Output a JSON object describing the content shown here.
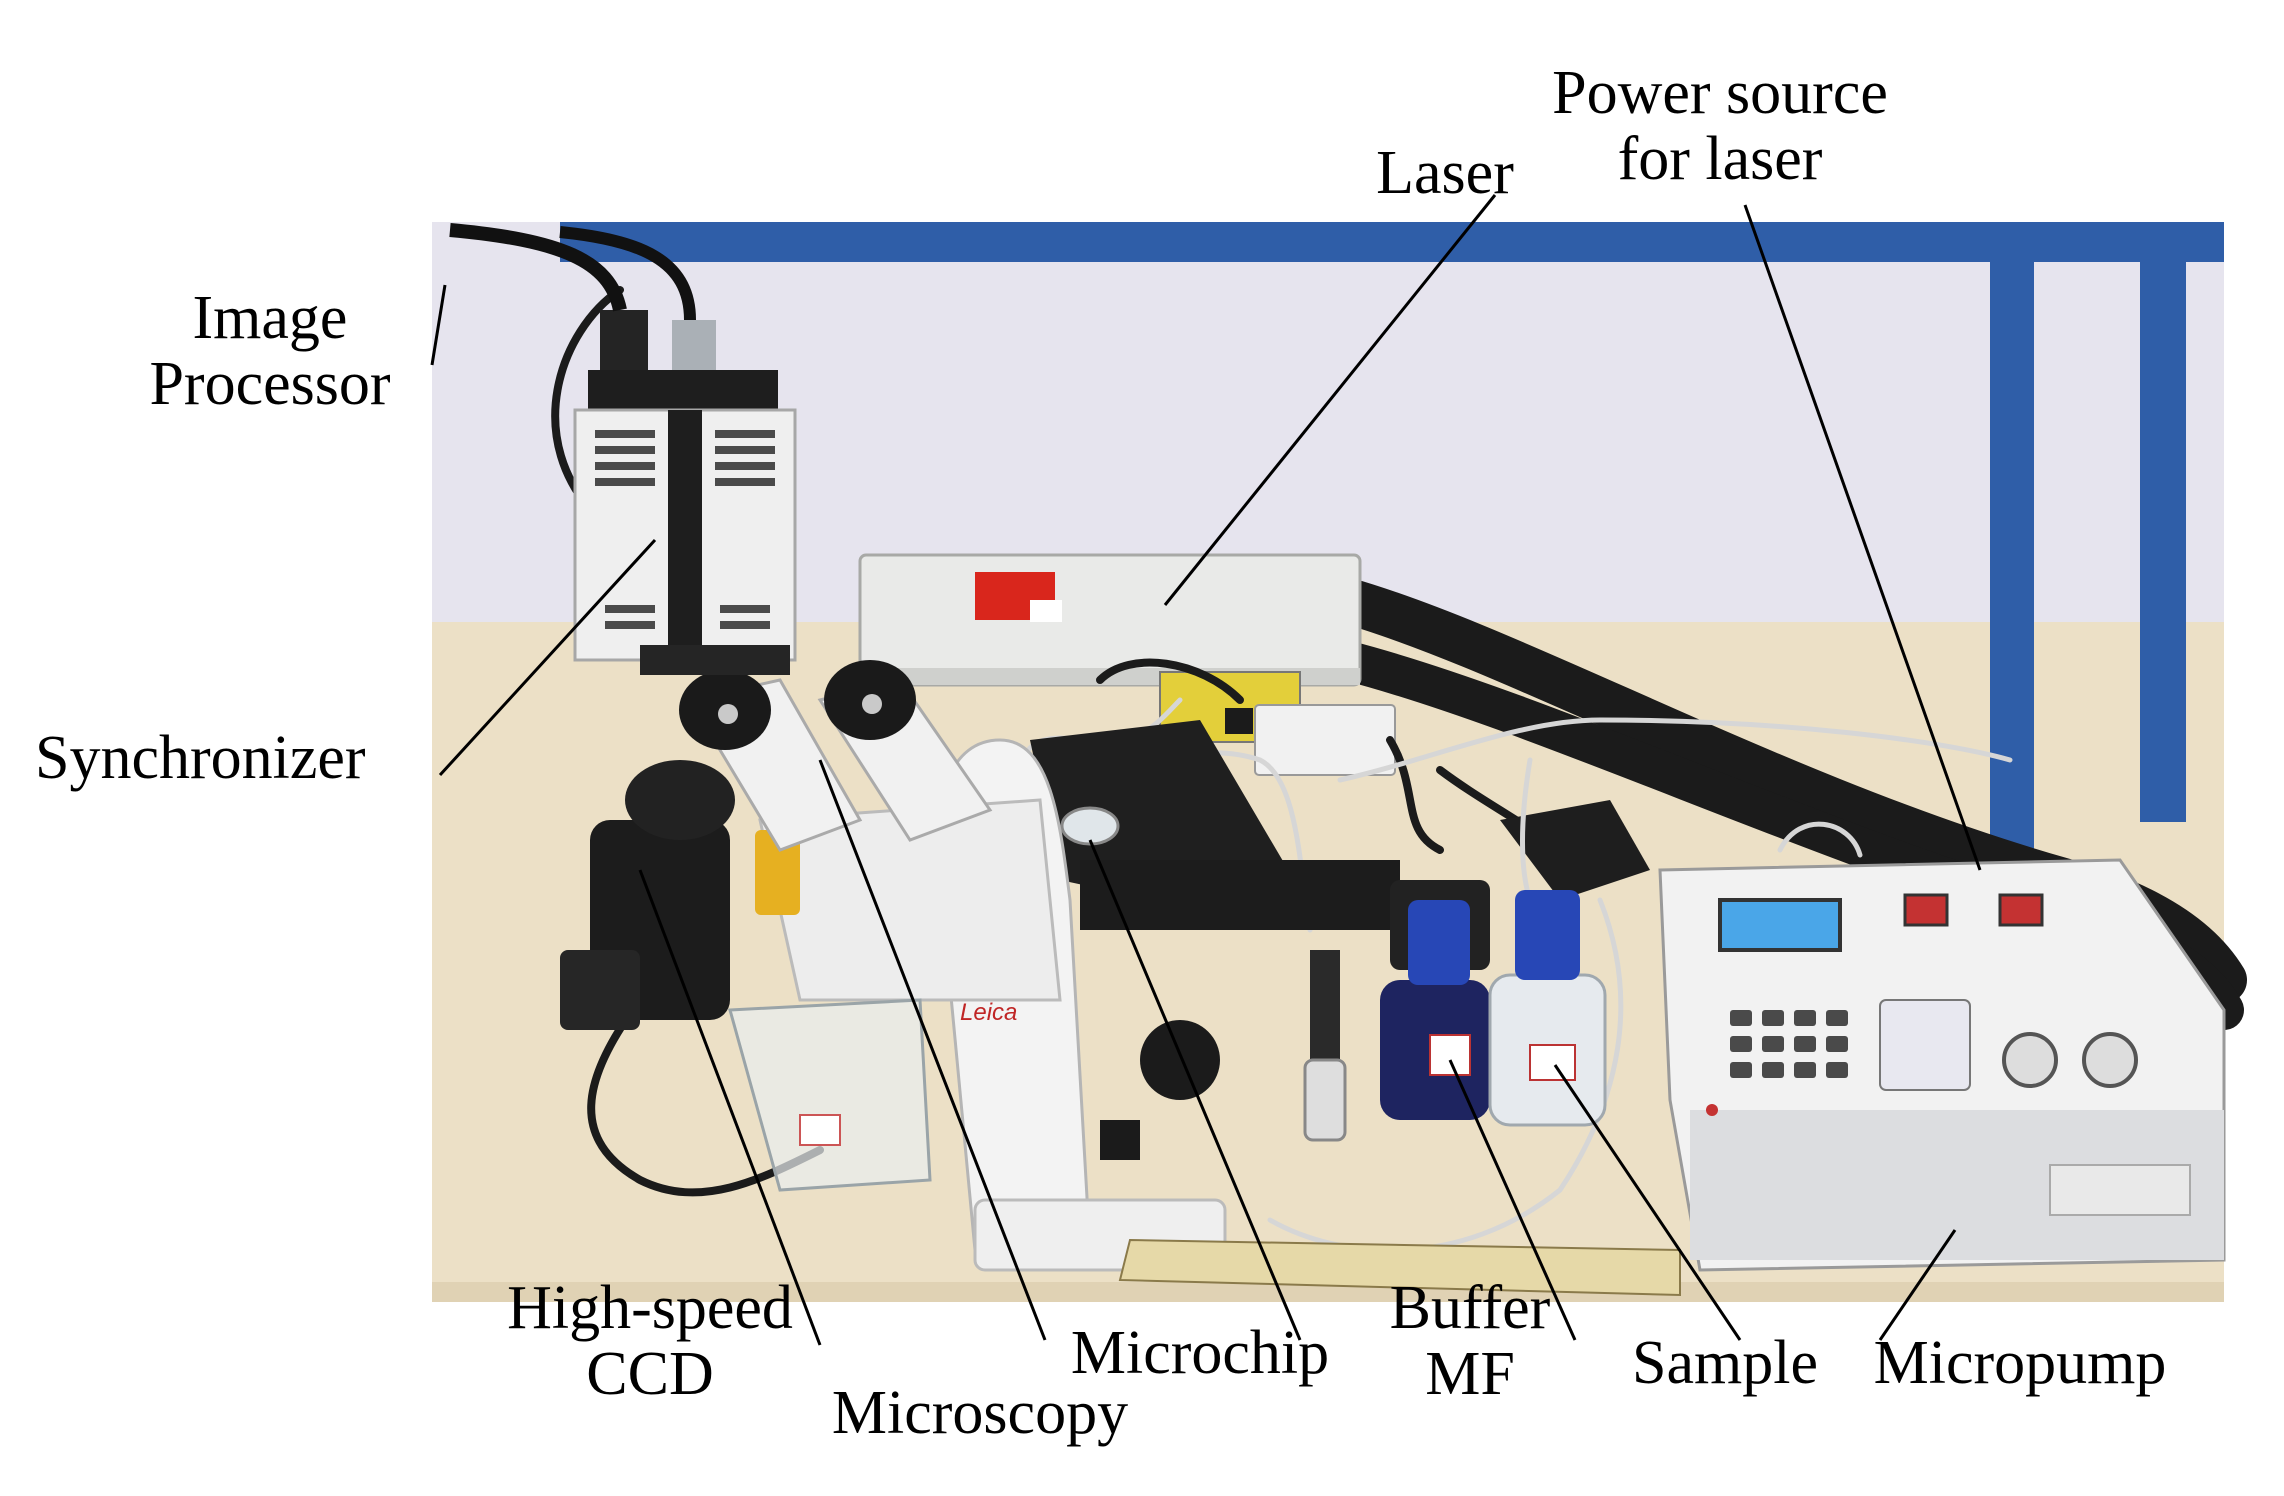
{
  "labels": {
    "image_processor": [
      "Image",
      "Processor"
    ],
    "synchronizer": "Synchronizer",
    "laser": "Laser",
    "power_source": [
      "Power source",
      "for laser"
    ],
    "high_speed_ccd": [
      "High-speed",
      "CCD"
    ],
    "microscopy": "Microscopy",
    "microchip": "Microchip",
    "buffer_mf": [
      "Buffer",
      "MF"
    ],
    "sample": "Sample",
    "micropump": "Micropump"
  },
  "colors": {
    "wall": "#e6e4ee",
    "bench": "#ece0c6",
    "shelf_frame": "#2f5ea8",
    "instrument_white": "#f2f2f2",
    "pump_panel": "#dcdde0",
    "cable_black": "#1b1b1b",
    "bottle_cap": "#2747b6",
    "mf_liquid": "#1e2460",
    "lcd_screen": "#4aa6e8"
  }
}
